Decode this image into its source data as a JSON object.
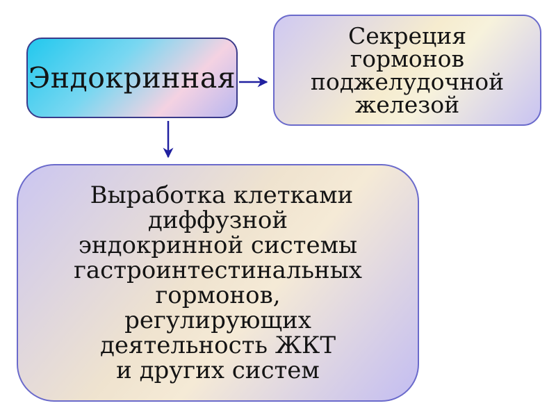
{
  "nodes": {
    "endocrine": {
      "label": "Эндокринная"
    },
    "secretion": {
      "lines": [
        "Секреция",
        "гормонов",
        "поджелудочной",
        "железой"
      ]
    },
    "production": {
      "lines": [
        " Выработка клетками",
        "диффузной",
        "эндокринной системы",
        "гастроинтестинальных",
        "гормонов,",
        "регулирующих",
        "деятельность ЖКТ",
        "и других систем"
      ]
    }
  },
  "colors": {
    "arrow": "#2020a0",
    "border": "#6a6acb"
  }
}
